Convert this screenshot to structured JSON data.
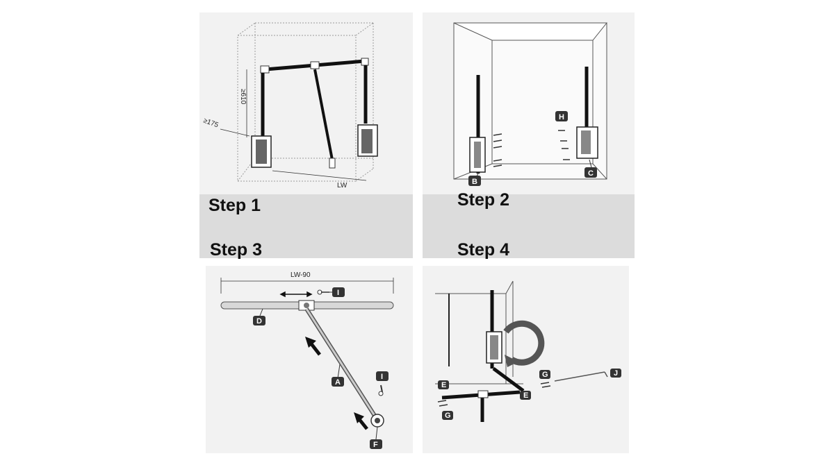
{
  "steps": [
    {
      "label": "Step 1"
    },
    {
      "label": "Step 2"
    },
    {
      "label": "Step 3"
    },
    {
      "label": "Step 4"
    }
  ],
  "dimensions": {
    "height_min": "≥610",
    "depth_min": "≥175",
    "inner_width": "LW",
    "rail_length": "LW-90"
  },
  "callouts": {
    "B": "B",
    "C": "C",
    "H": "H",
    "D": "D",
    "I": "I",
    "A": "A",
    "F": "F",
    "E": "E",
    "G": "G",
    "J": "J"
  }
}
